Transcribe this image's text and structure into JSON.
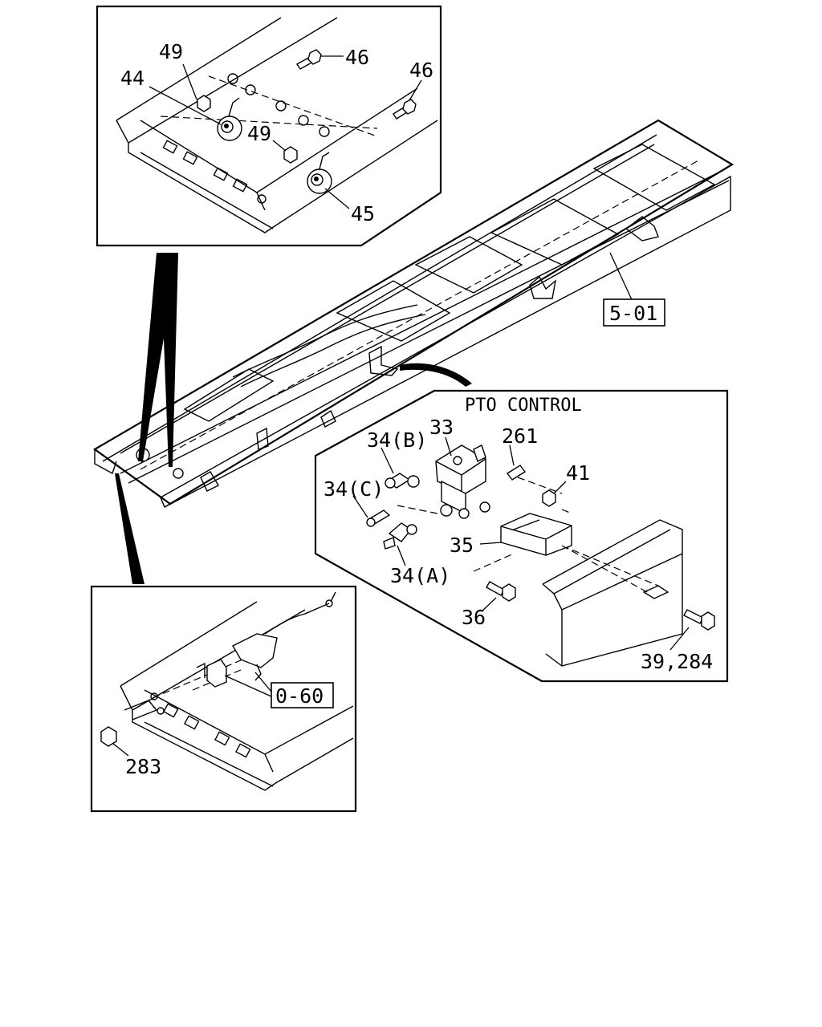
{
  "callouts": {
    "top": {
      "l49a": "49",
      "l46a": "46",
      "l46b": "46",
      "l44": "44",
      "l49b": "49",
      "l45": "45"
    },
    "frame_ref": "5-01",
    "pto": {
      "title": "PTO CONTROL",
      "l33": "33",
      "l34b": "34(B)",
      "l261": "261",
      "l34c": "34(C)",
      "l41": "41",
      "l35": "35",
      "l34a": "34(A)",
      "l36": "36",
      "l39": "39,284"
    },
    "bottom": {
      "ref": "0-60",
      "l283": "283"
    }
  }
}
